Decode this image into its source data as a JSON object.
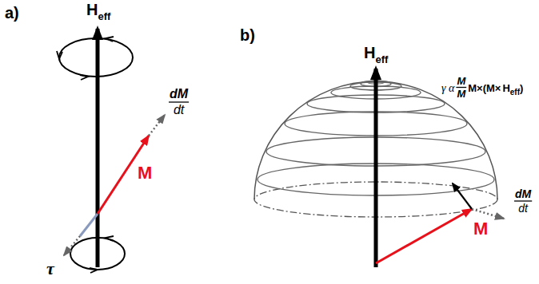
{
  "diagram": {
    "labels": [
      "a)",
      "H",
      "eff",
      "dM",
      "dt",
      "M",
      "τ",
      "b)",
      "H",
      "eff",
      "γ α",
      "M",
      "M",
      "M×(M×",
      "H",
      "eff",
      ")",
      "dM",
      "dt",
      "M"
    ]
  }
}
